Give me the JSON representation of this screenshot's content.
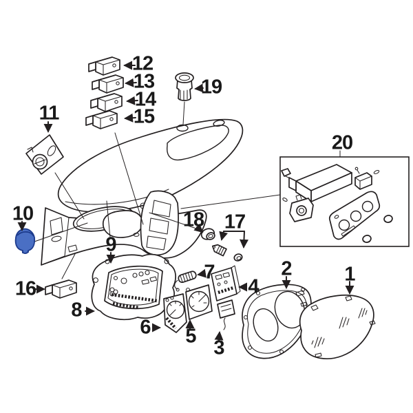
{
  "diagram": {
    "type": "exploded-parts-diagram",
    "colors": {
      "background": "#ffffff",
      "line": "#231f20",
      "highlight": "#4a6fc4",
      "highlight_stroke": "#1c3a8c"
    },
    "highlighted_callout": "10",
    "callouts": {
      "c1": {
        "label": "1"
      },
      "c2": {
        "label": "2"
      },
      "c3": {
        "label": "3"
      },
      "c4": {
        "label": "4"
      },
      "c5": {
        "label": "5"
      },
      "c6": {
        "label": "6"
      },
      "c7": {
        "label": "7"
      },
      "c8": {
        "label": "8"
      },
      "c9": {
        "label": "9"
      },
      "c10": {
        "label": "10"
      },
      "c11": {
        "label": "11"
      },
      "c12": {
        "label": "12"
      },
      "c13": {
        "label": "13"
      },
      "c14": {
        "label": "14"
      },
      "c15": {
        "label": "15"
      },
      "c16": {
        "label": "16"
      },
      "c17": {
        "label": "17"
      },
      "c18": {
        "label": "18"
      },
      "c19": {
        "label": "19"
      },
      "c20": {
        "label": "20"
      }
    }
  }
}
